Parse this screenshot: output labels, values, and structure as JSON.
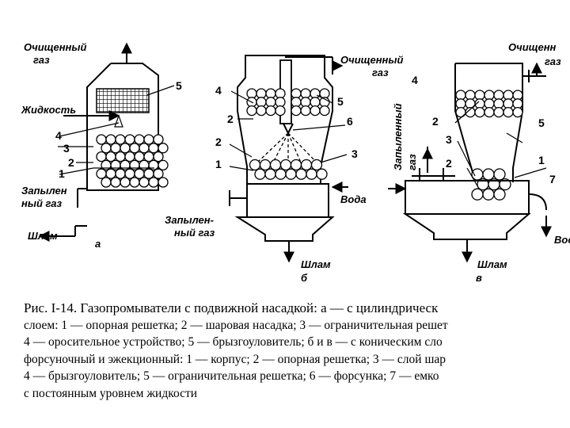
{
  "diagram": {
    "a": {
      "gas_out": [
        "Очищенный",
        "газ"
      ],
      "liquid": "Жидкость",
      "gas_in": [
        "Запылен",
        "ный газ"
      ],
      "sludge": "Шлам",
      "letter": "а",
      "nums": [
        "5",
        "4",
        "3",
        "2",
        "1"
      ]
    },
    "b": {
      "gas_out": [
        "Очищенный",
        "газ"
      ],
      "gas_in": [
        "Запылен-",
        "ный газ"
      ],
      "water": "Вода",
      "sludge": "Шлам",
      "letter": "б",
      "nums": [
        "4",
        "2",
        "2",
        "1",
        "5",
        "6",
        "3"
      ]
    },
    "c": {
      "gas_out": [
        "Очищенн",
        "газ"
      ],
      "gas_in": [
        "Запыленный",
        "газ"
      ],
      "water": "Вод",
      "sludge": "Шлам",
      "letter": "в",
      "nums": [
        "4",
        "2",
        "3",
        "2",
        "5",
        "1",
        "7"
      ]
    }
  },
  "caption": {
    "line1": "Рис. I-14. Газопромыватели с подвижной насадкой: а — с цилиндрическ",
    "line2": "слоем: 1 — опорная решетка; 2 — шаровая насадка; 3 — ограничительная решет",
    "line3": "4 — оросительное устройство; 5 — брызгоуловитель; б и в — с коническим сло",
    "line4": "форсуночный и эжекционный: 1 — корпус; 2 — опорная решетка; 3 — слой шар",
    "line5": "4 — брызгоуловитель; 5 — ограничительная решетка; 6 — форсунка; 7 — емко",
    "line6": "с постоянным уровнем жидкости"
  }
}
